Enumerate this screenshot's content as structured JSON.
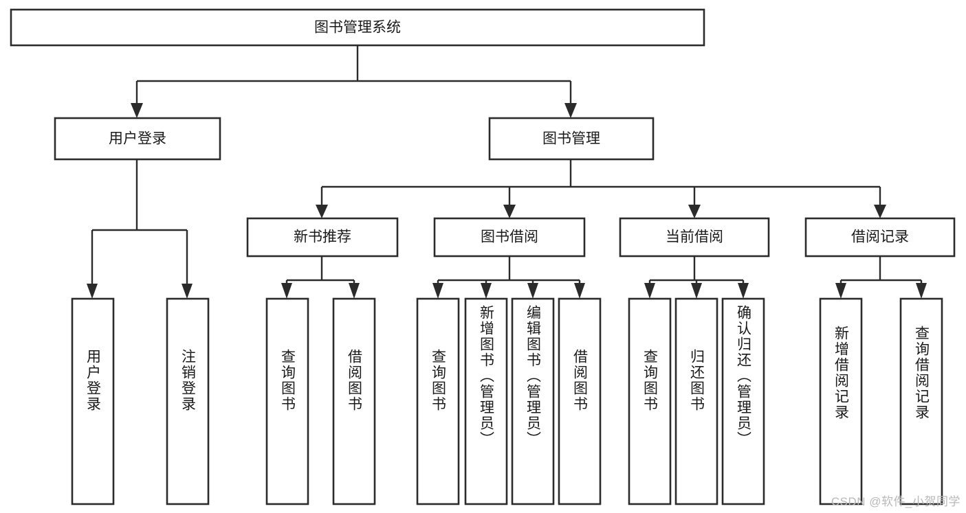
{
  "diagram": {
    "type": "tree",
    "orientation": "top-down",
    "root": {
      "id": "root",
      "label": "图书管理系统"
    },
    "level1": [
      {
        "id": "user-login",
        "label": "用户登录"
      },
      {
        "id": "book-management",
        "label": "图书管理"
      }
    ],
    "level2": [
      {
        "id": "new-book-recommend",
        "label": "新书推荐",
        "parent": "book-management"
      },
      {
        "id": "book-borrow",
        "label": "图书借阅",
        "parent": "book-management"
      },
      {
        "id": "current-borrow",
        "label": "当前借阅",
        "parent": "book-management"
      },
      {
        "id": "borrow-record",
        "label": "借阅记录",
        "parent": "book-management"
      }
    ],
    "leaves": {
      "user-login": [
        {
          "id": "leaf-user-login",
          "label": "用户登录"
        },
        {
          "id": "leaf-user-logout",
          "label": "注销登录"
        }
      ],
      "new-book-recommend": [
        {
          "id": "leaf-query-book-1",
          "label": "查询图书"
        },
        {
          "id": "leaf-borrow-book-1",
          "label": "借阅图书"
        }
      ],
      "book-borrow": [
        {
          "id": "leaf-query-book-2",
          "label": "查询图书"
        },
        {
          "id": "leaf-add-book",
          "label": "新增图书（管理员）"
        },
        {
          "id": "leaf-edit-book",
          "label": "编辑图书（管理员）"
        },
        {
          "id": "leaf-borrow-book-2",
          "label": "借阅图书"
        }
      ],
      "current-borrow": [
        {
          "id": "leaf-query-book-3",
          "label": "查询图书"
        },
        {
          "id": "leaf-return-book",
          "label": "归还图书"
        },
        {
          "id": "leaf-confirm-return",
          "label": "确认归还（管理员）"
        }
      ],
      "borrow-record": [
        {
          "id": "leaf-add-record",
          "label": "新增借阅记录"
        },
        {
          "id": "leaf-query-record",
          "label": "查询借阅记录"
        }
      ]
    }
  },
  "watermark": {
    "text": "CSDN @软件_小贺同学"
  },
  "colors": {
    "stroke": "#2b2b2b",
    "fill": "#ffffff",
    "text": "#1a1a1a",
    "watermark": "#b9b9b9"
  }
}
